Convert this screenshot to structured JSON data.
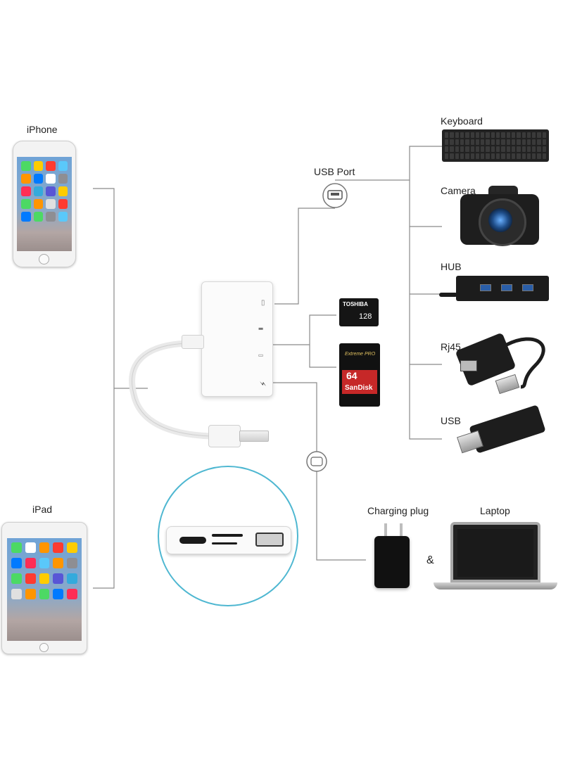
{
  "labels": {
    "iphone": "iPhone",
    "ipad": "iPad",
    "usb_port": "USB Port",
    "keyboard": "Keyboard",
    "camera": "Camera",
    "hub": "HUB",
    "rj45": "Rj45",
    "usb": "USB",
    "charging_plug": "Charging plug",
    "laptop": "Laptop",
    "and": "&"
  },
  "cards": {
    "microsd_brand": "TOSHIBA",
    "microsd_capacity": "128",
    "sd_line": "Extreme PRO",
    "sd_capacity": "64",
    "sd_brand": "SanDisk"
  },
  "colors": {
    "line": "#888888",
    "accent_circle": "#4eb7d1"
  },
  "icons": {
    "usb_port": "usb-port-icon",
    "charge_port": "lightning-icon",
    "sd_slot": "sd-slot-icon"
  }
}
